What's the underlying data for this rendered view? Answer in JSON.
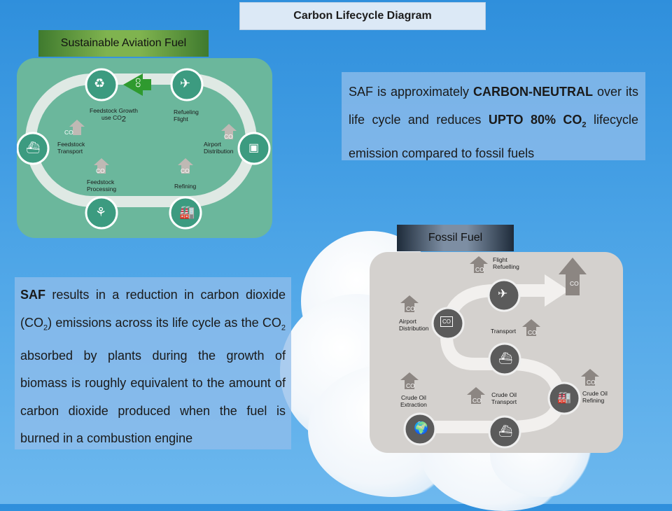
{
  "title": "Carbon Lifecycle Diagram",
  "saf": {
    "tab_label": "Sustainable Aviation Fuel",
    "arrow_text": "CO",
    "stages": {
      "growth": "Feedstock Growth",
      "growth2": "use CO",
      "refuel1": "Refueling",
      "refuel2": "Flight",
      "transport1": "Feedstock",
      "transport2": "Transport",
      "airport1": "Airport",
      "airport2": "Distribution",
      "processing1": "Feedstock",
      "processing2": "Processing",
      "refining": "Refining"
    },
    "co2_badge": "CO"
  },
  "fossil": {
    "tab_label": "Fossil Fuel",
    "stages": {
      "flight1": "Flight",
      "flight2": "Refuelling",
      "airport1": "Airport",
      "airport2": "Distribution",
      "transport": "Transport",
      "refining1": "Crude Oil",
      "refining2": "Refining",
      "extraction1": "Crude Oil",
      "extraction2": "Extraction",
      "crude_transport1": "Crude Oil",
      "crude_transport2": "Transport"
    },
    "co2_badge": "CO",
    "drum_text": "CO"
  },
  "text1": {
    "a": "SAF is approximately ",
    "b": "CARBON-NEUTRAL",
    "c": " over its life cycle and reduces ",
    "d": "UPTO 80% CO",
    "d_sub": "2",
    "e": "  lifecycle emission compared to fossil fuels"
  },
  "text2": {
    "a": "SAF",
    "b": " results in a reduction in carbon dioxide (CO",
    "b_sub": "2",
    "c": ") emissions across its life cycle as the CO",
    "c_sub": "2",
    "d": " absorbed by plants during the growth of biomass is roughly equivalent to the amount of carbon dioxide produced when the fuel is burned in a combustion engine"
  }
}
